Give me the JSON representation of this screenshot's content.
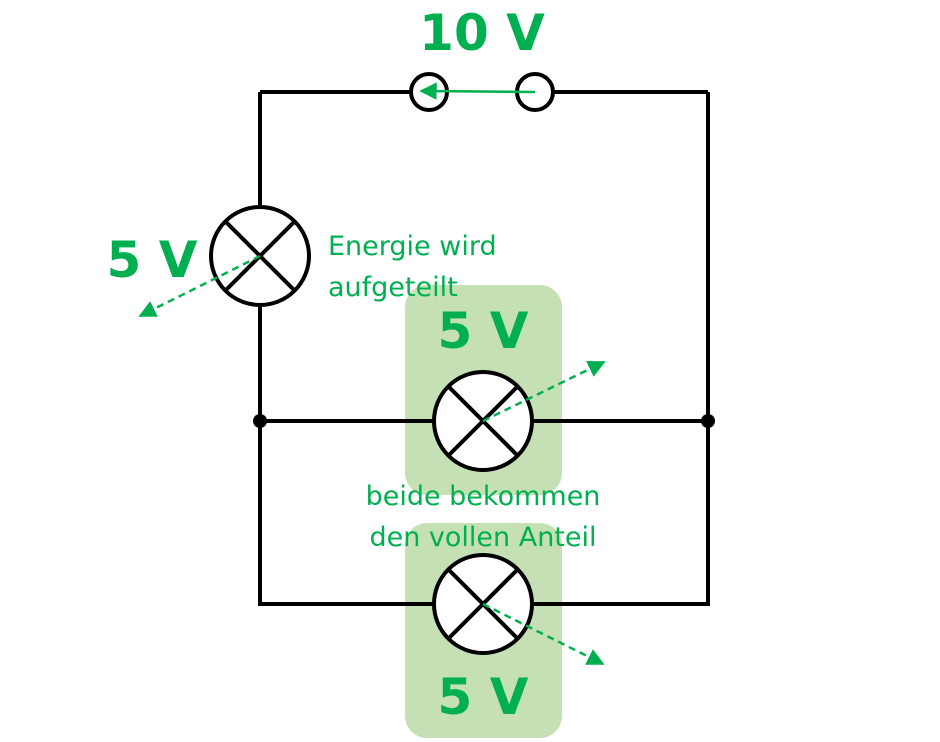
{
  "colors": {
    "wire": "#000000",
    "accent": "#00b050",
    "highlight": "#c5e0b4",
    "background": "#ffffff"
  },
  "source": {
    "voltage_label": "10 V"
  },
  "lamp_top": {
    "voltage_label": "5 V",
    "note_line1": "Energie wird",
    "note_line2": "aufgeteilt"
  },
  "lamp_middle": {
    "voltage_label": "5 V"
  },
  "lamp_bottom": {
    "voltage_label": "5 V"
  },
  "parallel_note": {
    "line1": "beide bekommen",
    "line2": "den vollen Anteil"
  },
  "icons": {
    "lamp": "lamp-x-circle-icon",
    "terminal": "terminal-circle-icon",
    "junction": "junction-dot-icon",
    "energy_arrow": "dashed-arrow-icon"
  }
}
